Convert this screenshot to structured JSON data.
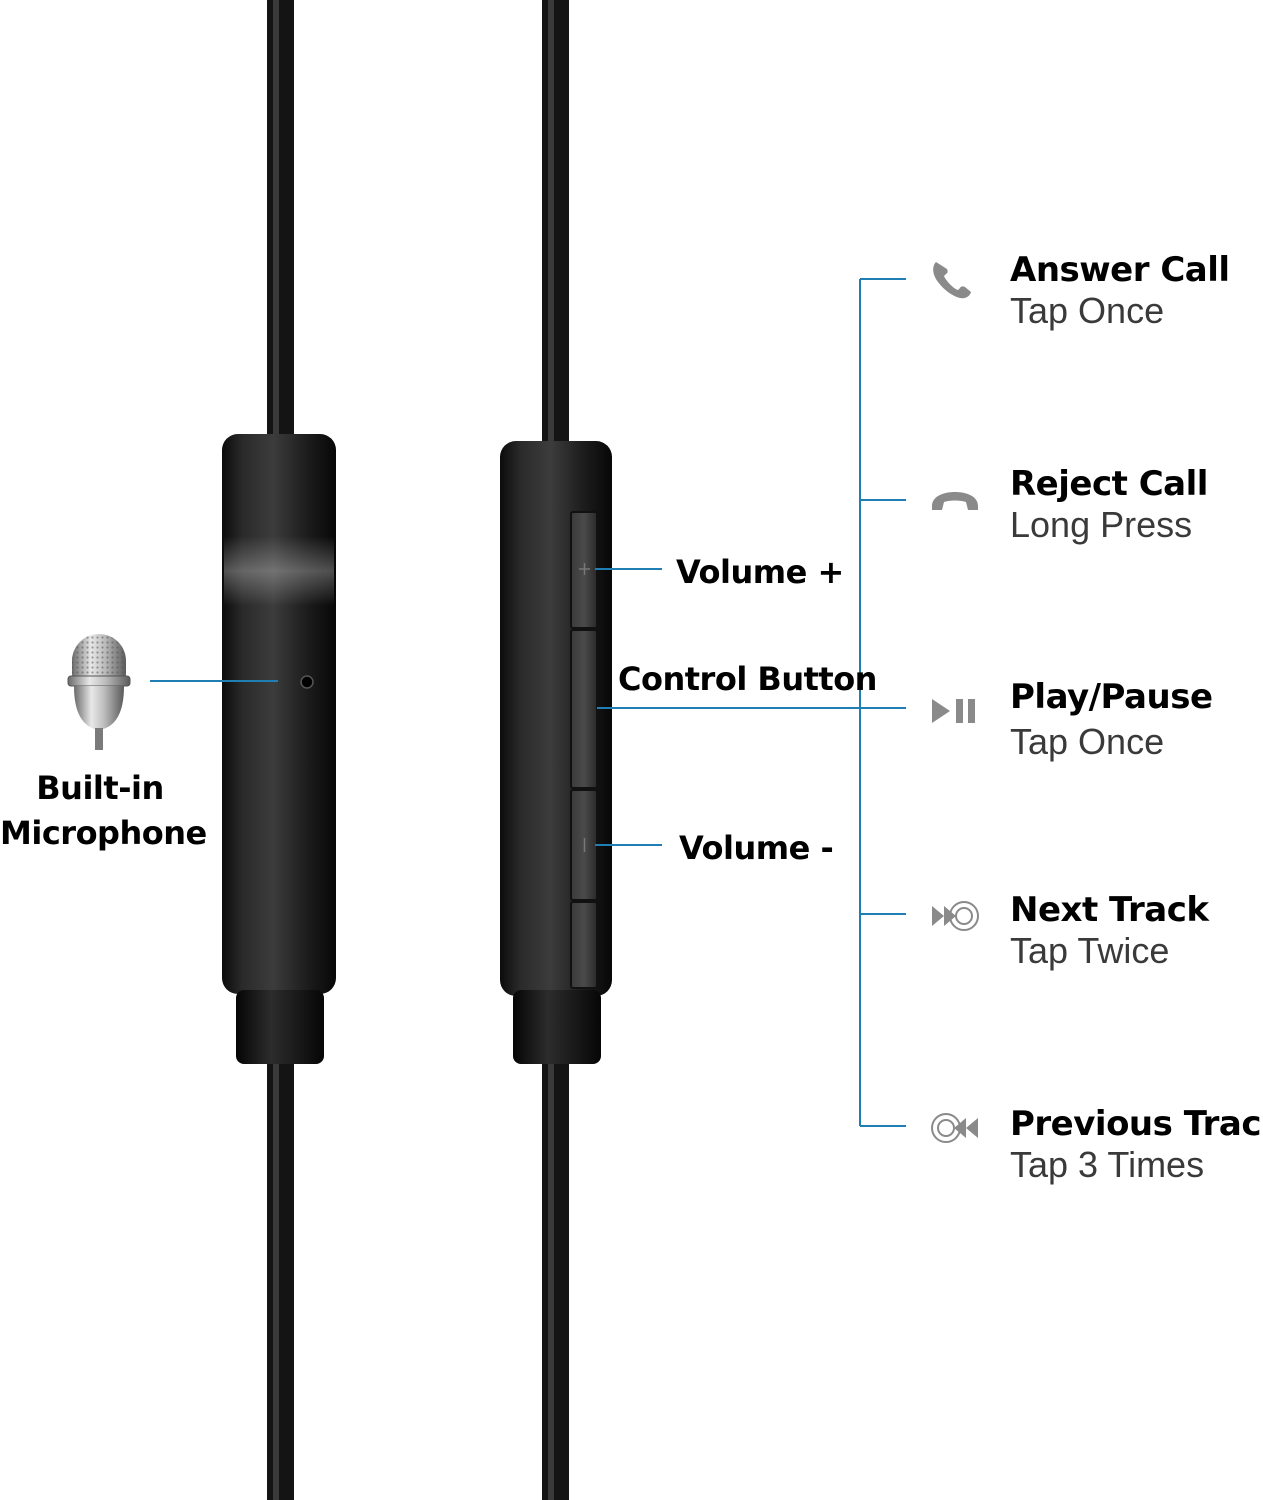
{
  "accent_color": "#1f7fb5",
  "microphone": {
    "icon": "microphone-icon",
    "label_line1": "Built-in",
    "label_line2": "Microphone"
  },
  "controls": {
    "volume_up": "Volume +",
    "control_button": "Control Button",
    "volume_down": "Volume -"
  },
  "functions": [
    {
      "icon": "phone-icon",
      "title": "Answer Call",
      "action": "Tap Once"
    },
    {
      "icon": "hang-up-icon",
      "title": "Reject Call",
      "action": "Long Press"
    },
    {
      "icon": "play-pause-icon",
      "title": "Play/Pause",
      "action": "Tap Once"
    },
    {
      "icon": "next-track-icon",
      "title": "Next Track",
      "action": "Tap Twice"
    },
    {
      "icon": "previous-track-icon",
      "title": "Previous Track",
      "action": "Tap 3 Times"
    }
  ]
}
